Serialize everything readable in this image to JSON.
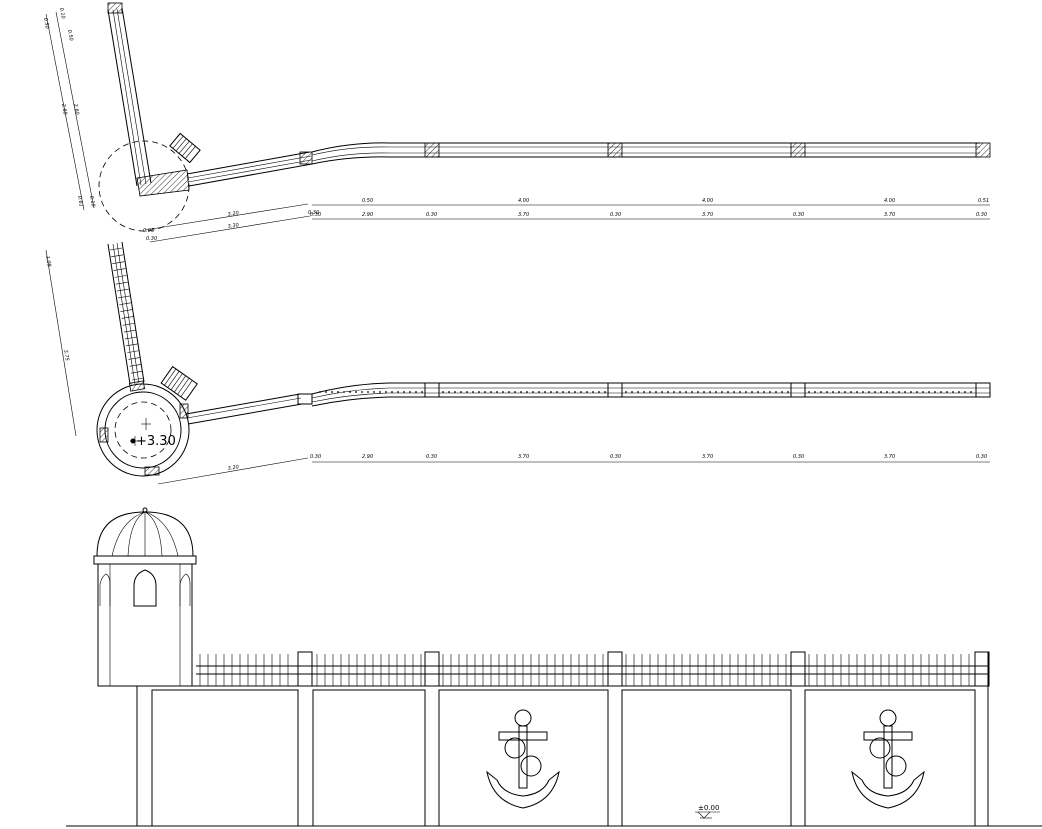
{
  "plan_top": {
    "diag_dims": [
      "0.50",
      "2.60",
      "2.60",
      "0.61",
      "0.10",
      "0.10",
      "0.50"
    ],
    "dims_row1": [
      "0.50",
      "4.00",
      "4.00",
      "4.00",
      "0.51"
    ],
    "dims_row2": [
      "0.30",
      "2.90",
      "0.30",
      "3.70",
      "0.30",
      "3.70",
      "0.30",
      "3.70",
      "0.30"
    ],
    "short_dims": [
      "3.20",
      "3.30",
      "0.30",
      "0.30",
      "0.05"
    ]
  },
  "plan_bottom": {
    "level": "+3.30",
    "diag_dims": [
      "3.75",
      "1.09"
    ],
    "dims_row": [
      "0.30",
      "2.90",
      "0.30",
      "3.70",
      "0.30",
      "3.70",
      "0.30",
      "3.70",
      "0.30"
    ],
    "short_dims": [
      "3.20"
    ]
  },
  "elevation": {
    "level": "±0.00"
  }
}
